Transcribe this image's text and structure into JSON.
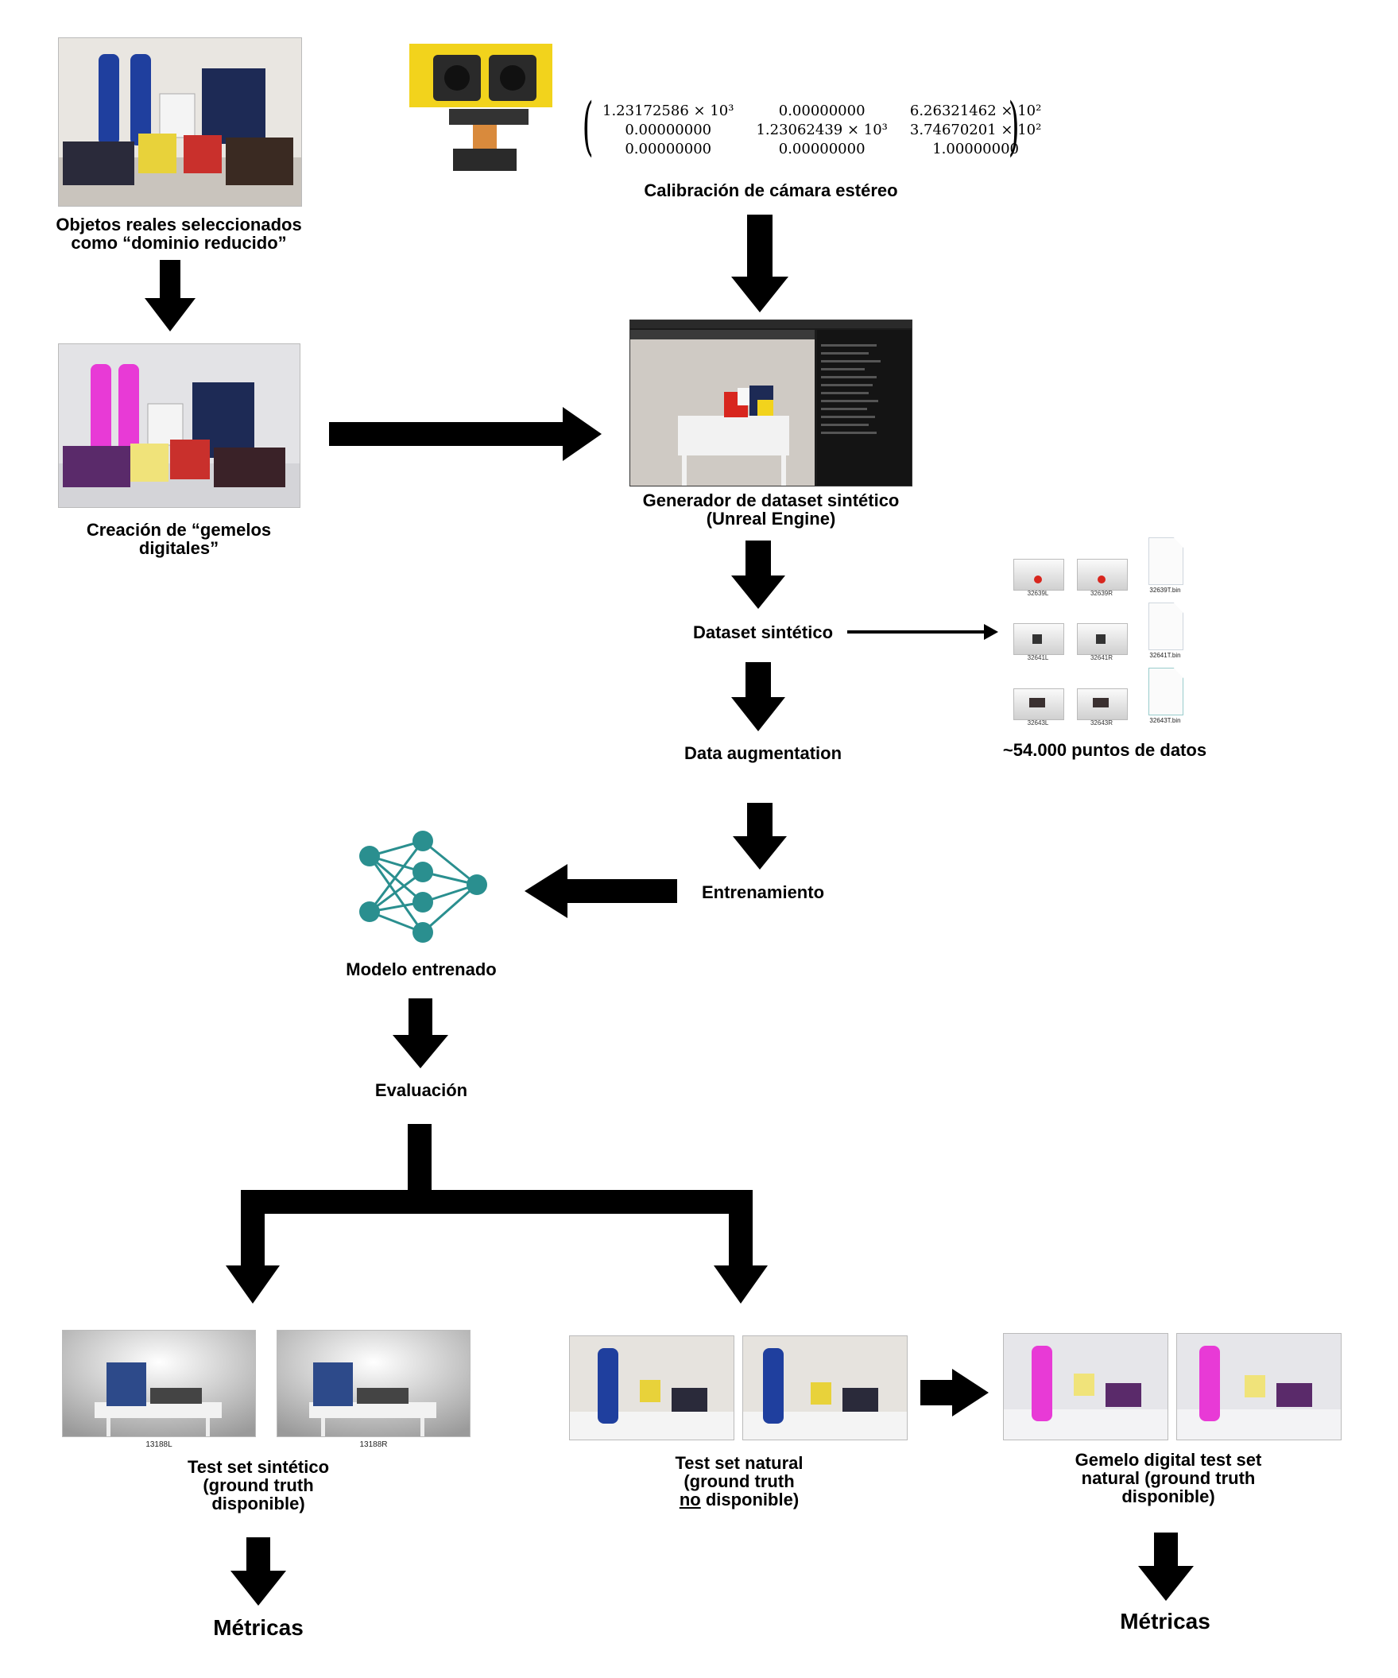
{
  "labels": {
    "real_objects": "Objetos reales seleccionados\ncomo “dominio reducido”",
    "calibration": "Calibración de cámara estéreo",
    "digital_twins": "Creación de “gemelos\ndigitales”",
    "generator": "Generador de dataset sintético\n(Unreal Engine)",
    "synthetic_dataset": "Dataset sintético",
    "data_points": "~54.000 puntos de datos",
    "data_augmentation": "Data augmentation",
    "training": "Entrenamiento",
    "trained_model": "Modelo entrenado",
    "evaluation": "Evaluación",
    "test_synthetic": "Test set sintético\n(ground truth\ndisponible)",
    "test_natural_line1": "Test set natural",
    "test_natural_line2": "(ground truth",
    "test_natural_no": "no",
    "test_natural_line3_rest": " disponible)",
    "twin_test": "Gemelo digital test set\nnatural (ground truth\ndisponible)",
    "metrics_left": "Métricas",
    "metrics_right": "Métricas"
  },
  "matrix": {
    "rows": [
      [
        "1.23172586 × 10³",
        "0.00000000",
        "6.26321462 × 10²"
      ],
      [
        "0.00000000",
        "1.23062439 × 10³",
        "3.74670201 × 10²"
      ],
      [
        "0.00000000",
        "0.00000000",
        "1.00000000"
      ]
    ]
  },
  "dataset_samples": [
    {
      "left": "32639L",
      "right": "32639R",
      "file": "32639T.bin"
    },
    {
      "left": "32641L",
      "right": "32641R",
      "file": "32641T.bin"
    },
    {
      "left": "32643L",
      "right": "32643R",
      "file": "32643T.bin"
    }
  ],
  "test_synthetic_captions": {
    "left": "13188L",
    "right": "13188R"
  },
  "colors": {
    "arrow": "#000000",
    "node": "#2a8f8f",
    "magenta": "#e83ad6",
    "yellow": "#e8d23a",
    "red": "#c9302c",
    "blue": "#1f3f9e"
  }
}
